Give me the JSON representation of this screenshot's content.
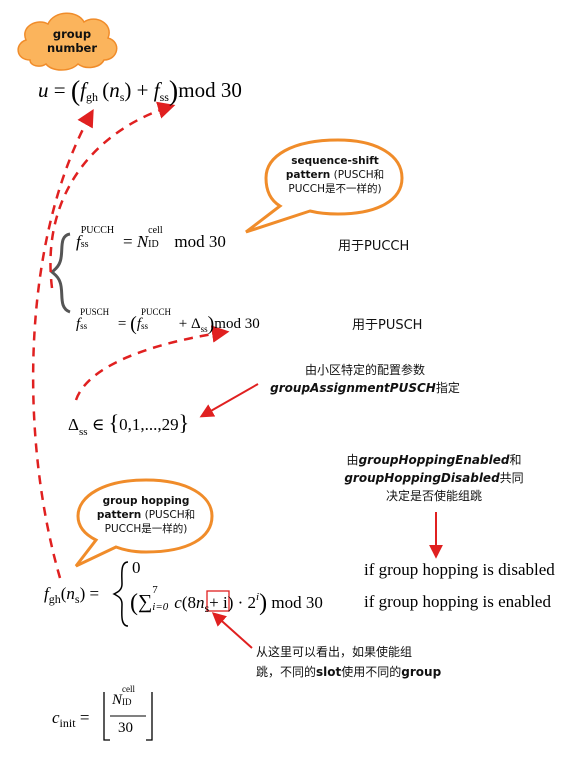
{
  "cloud": {
    "line1": "group",
    "line2": "number"
  },
  "eq_u": {
    "u": "u",
    "eq": " = ",
    "fgh": "f",
    "gh": "gh",
    "ns": "n",
    "s": "s",
    "plus": "+",
    "fss": "f",
    "ss": "ss",
    "mod": "mod 30"
  },
  "bubble_seq": {
    "line1": "sequence-shift",
    "line2": "pattern",
    "line2_rest": " (PUSCH和",
    "line3": "PUCCH是不一样的)"
  },
  "eq_pucch": {
    "f": "f",
    "sub": "ss",
    "sup": "PUCCH",
    "eq": " = ",
    "N": "N",
    "Nsup": "cell",
    "Nsub": "ID",
    "mod": " mod 30",
    "note": "用于PUCCH"
  },
  "eq_pusch": {
    "f": "f",
    "sub": "ss",
    "sup": "PUSCH",
    "eq": " = ",
    "f2": "f",
    "sub2": "ss",
    "sup2": "PUCCH",
    "plus": " + ",
    "delta": "Δ",
    "dsub": "ss",
    "mod": "mod 30",
    "note": "用于PUSCH"
  },
  "note_group_assign": {
    "line1": "由小区特定的配置参数",
    "line2_param": "groupAssignmentPUSCH",
    "line2_rest": "指定"
  },
  "eq_delta": {
    "delta": "Δ",
    "sub": "ss",
    "in": " ∈ ",
    "set": "0,1,...,29"
  },
  "note_hopping": {
    "line1_pre": "由",
    "line1_param": "groupHoppingEnabled",
    "line1_post": "和",
    "line2_param": "groupHoppingDisabled",
    "line2_post": "共同",
    "line3": "决定是否使能组跳"
  },
  "bubble_hop": {
    "line1": "group hopping",
    "line2": "pattern",
    "line2_rest": " (PUSCH和",
    "line3": "PUCCH是一样的)"
  },
  "eq_fgh": {
    "f": "f",
    "sub": "gh",
    "ns": "n",
    "s": "s",
    "eq": " = ",
    "case1": "0",
    "sum": "∑",
    "top": "7",
    "bottom": "i=0",
    "c": "c",
    "arg8": "(8",
    "nsbox": "n",
    "nsub": "s",
    "plusi": "+ i) · 2",
    "supi": "i",
    "mod": "mod 30",
    "cond1": "if group hopping is disabled",
    "cond2": "if group hopping is enabled"
  },
  "note_slot": {
    "line1": "从这里可以看出，如果使能组",
    "line2_pre": "跳，不同的",
    "line2_slot": "slot",
    "line2_mid": "使用不同的",
    "line2_group": "group"
  },
  "eq_cinit": {
    "c": "c",
    "sub": "init",
    "eq": " = ",
    "N": "N",
    "Nsup": "cell",
    "Nsub": "ID",
    "den": "30"
  },
  "colors": {
    "arrow": "#e02020",
    "bubble_border": "#f08c2a",
    "cloud_fill": "#fbb45c",
    "brace": "#555555"
  }
}
